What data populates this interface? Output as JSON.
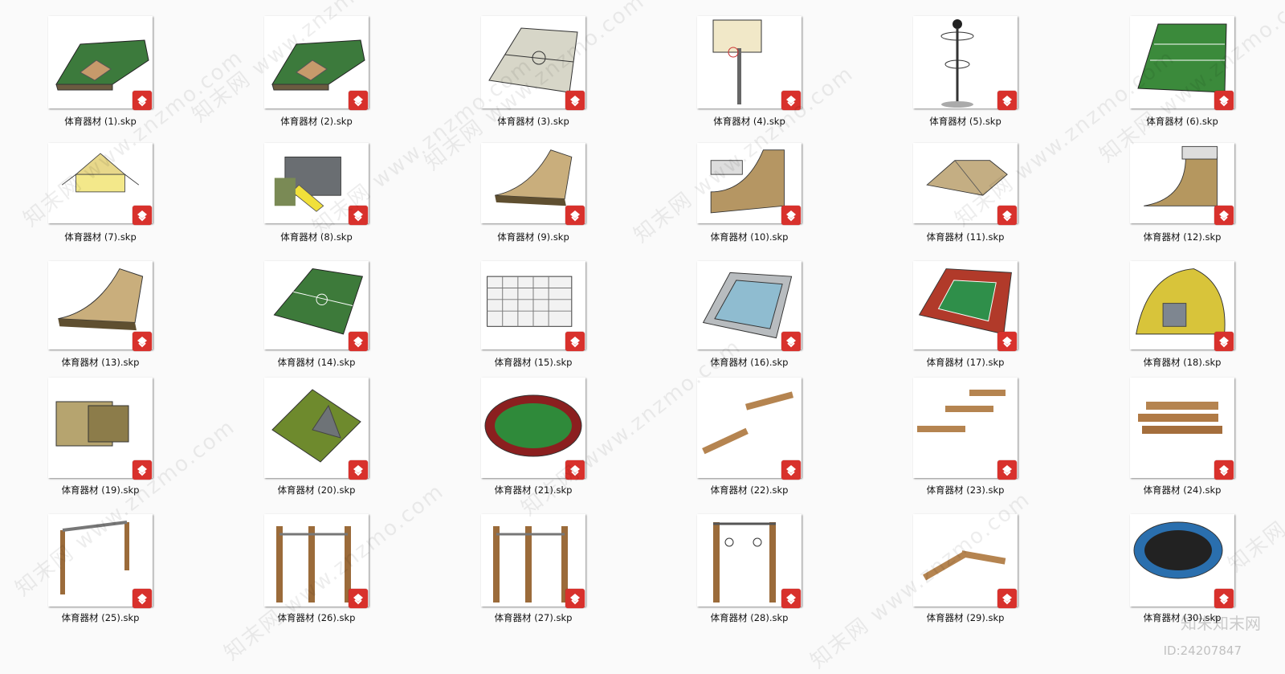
{
  "items": [
    {
      "label": "体育器材 (1).skp",
      "icon": "baseball-field"
    },
    {
      "label": "体育器材 (2).skp",
      "icon": "baseball-field"
    },
    {
      "label": "体育器材 (3).skp",
      "icon": "basketball-court"
    },
    {
      "label": "体育器材 (4).skp",
      "icon": "basketball-hoop"
    },
    {
      "label": "体育器材 (5).skp",
      "icon": "disc-golf-basket"
    },
    {
      "label": "体育器材 (6).skp",
      "icon": "football-field"
    },
    {
      "label": "体育器材 (7).skp",
      "icon": "large-tent"
    },
    {
      "label": "体育器材 (8).skp",
      "icon": "playground"
    },
    {
      "label": "体育器材 (9).skp",
      "icon": "ramp"
    },
    {
      "label": "体育器材 (10).skp",
      "icon": "half-pipe"
    },
    {
      "label": "体育器材 (11).skp",
      "icon": "pyramid-ramp"
    },
    {
      "label": "体育器材 (12).skp",
      "icon": "quarter-pipe"
    },
    {
      "label": "体育器材 (13).skp",
      "icon": "ramp"
    },
    {
      "label": "体育器材 (14).skp",
      "icon": "soccer-field"
    },
    {
      "label": "体育器材 (15).skp",
      "icon": "soccer-goal"
    },
    {
      "label": "体育器材 (16).skp",
      "icon": "swimming-pool"
    },
    {
      "label": "体育器材 (17).skp",
      "icon": "tennis-court"
    },
    {
      "label": "体育器材 (18).skp",
      "icon": "dome-tent"
    },
    {
      "label": "体育器材 (19).skp",
      "icon": "cabin-tent"
    },
    {
      "label": "体育器材 (20).skp",
      "icon": "a-frame-tent"
    },
    {
      "label": "体育器材 (21).skp",
      "icon": "running-track"
    },
    {
      "label": "体育器材 (22).skp",
      "icon": "balance-beam"
    },
    {
      "label": "体育器材 (23).skp",
      "icon": "hurdles"
    },
    {
      "label": "体育器材 (24).skp",
      "icon": "log-stack"
    },
    {
      "label": "体育器材 (25).skp",
      "icon": "monkey-bars"
    },
    {
      "label": "体育器材 (26).skp",
      "icon": "pull-up-bars"
    },
    {
      "label": "体育器材 (27).skp",
      "icon": "pull-up-bars"
    },
    {
      "label": "体育器材 (28).skp",
      "icon": "gym-rings"
    },
    {
      "label": "体育器材 (29).skp",
      "icon": "sit-up-bench"
    },
    {
      "label": "体育器材 (30).skp",
      "icon": "trampoline"
    }
  ],
  "watermark": {
    "text": "知末网 www.znzmo.com",
    "brand": "知末知末网",
    "id": "ID:24207847"
  },
  "colors": {
    "badge": "#d8312c",
    "background": "#fafafa"
  }
}
